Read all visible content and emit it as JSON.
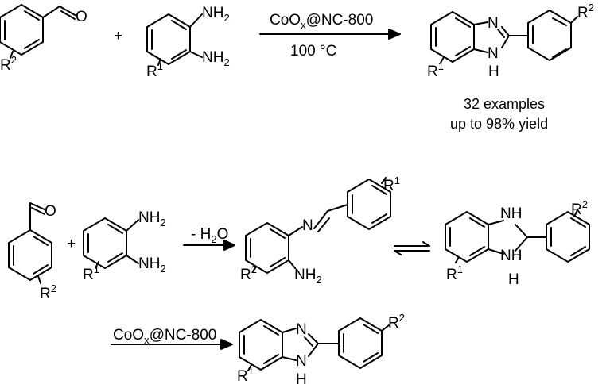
{
  "reaction": {
    "catalyst": {
      "main": "CoO",
      "sub": "x",
      "rest": "@NC-800"
    },
    "temperature": "100 °C",
    "plus": "+",
    "examples": "32 examples",
    "yield": "up to 98% yield"
  },
  "mechanism": {
    "dehydration": {
      "minus": "- H",
      "sub": "2",
      "rest": "O"
    },
    "catalyst": {
      "main": "CoO",
      "sub": "x",
      "rest": "@NC-800"
    },
    "plus": "+"
  },
  "atoms": {
    "O": "O",
    "N": "N",
    "H": "H",
    "NH": "NH",
    "NH2": {
      "main": "NH",
      "sub": "2"
    },
    "R1": {
      "main": "R",
      "sup": "1"
    },
    "R2": {
      "main": "R",
      "sup": "2"
    }
  }
}
